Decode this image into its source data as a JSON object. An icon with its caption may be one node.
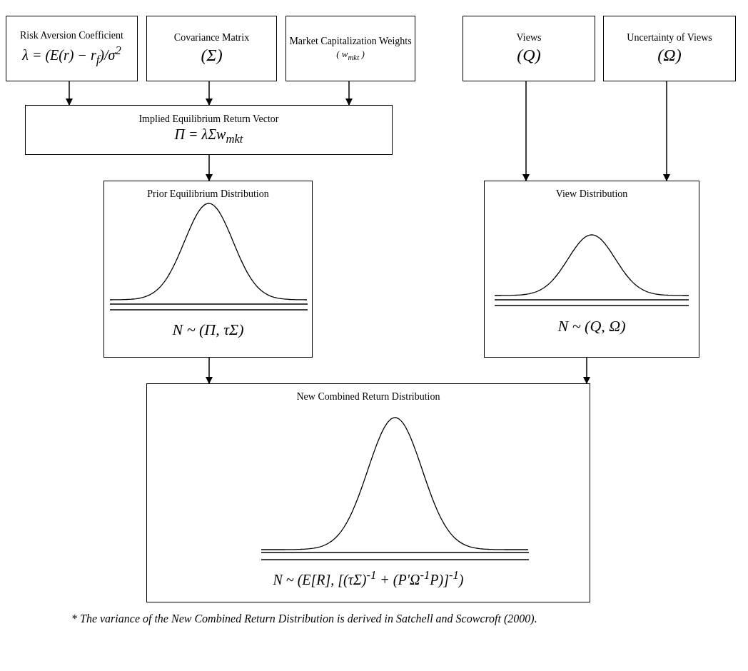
{
  "diagram": {
    "caption": "* The variance of the New Combined Return Distribution is derived in Satchell and Scowcroft (2000).",
    "nodes": [
      {
        "text": [
          "Risk Aversion Coefficient",
          "λ = (E(r) − r$_{f}$)/σ$^{2}$"
        ]
      },
      {
        "text": [
          "Covariance Matrix",
          "(Σ)"
        ]
      },
      {
        "text": [
          "Market Capitalization Weights",
          "( w$_{mkt}$ )"
        ]
      },
      {
        "text": [
          "Views",
          "(Q)"
        ]
      },
      {
        "text": [
          "Uncertainty of Views",
          "(Ω)"
        ]
      },
      {
        "text": [
          "Implied Equilibrium Return Vector",
          "Π = λΣw$_{mkt}$"
        ]
      },
      {
        "text": [
          "Prior Equilibrium Distribution",
          "N ~ (Π, τΣ)"
        ]
      },
      {
        "text": [
          "View Distribution",
          "N ~ (Q, Ω)"
        ]
      },
      {
        "text": [
          "New Combined Return Distribution",
          "N ~ (E[R], [(τΣ)$^{-1}$ + (P'Ω$^{-1}$P)]$^{-1}$)"
        ]
      }
    ],
    "edges": [
      {
        "from": 0,
        "to": 5,
        "arrow": "to"
      },
      {
        "from": 1,
        "to": 5,
        "arrow": "to"
      },
      {
        "from": 2,
        "to": 5,
        "arrow": "to"
      },
      {
        "from": 5,
        "to": 6,
        "arrow": "to"
      },
      {
        "from": 3,
        "to": 7,
        "arrow": "to"
      },
      {
        "from": 4,
        "to": 7,
        "arrow": "to"
      },
      {
        "from": 6,
        "to": 8,
        "arrow": "to"
      },
      {
        "from": 7,
        "to": 8,
        "arrow": "to"
      }
    ]
  }
}
